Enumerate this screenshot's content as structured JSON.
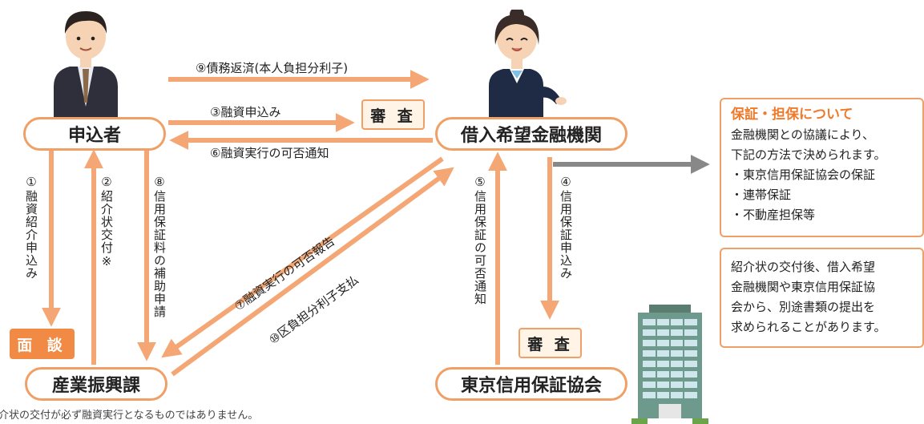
{
  "nodes": {
    "applicant": "申込者",
    "bank": "借入希望金融機関",
    "sangyo": "産業振興課",
    "guarantee": "東京信用保証協会"
  },
  "review_bank": "審 査",
  "review_guarantee": "審 査",
  "interview": "面 談",
  "steps": {
    "s1": "①融資紹介申込み",
    "s2": "②紹介状交付※",
    "s3": "③融資申込み",
    "s4": "④信用保証申込み",
    "s5": "⑤信用保証の可否通知",
    "s6": "⑥融資実行の可否通知",
    "s7": "⑦融資実行の可否報告",
    "s8": "⑧信用保証料の補助申請",
    "s9": "⑨債務返済(本人負担分利子)",
    "s10": "⑩区負担分利子支払"
  },
  "info_collateral": {
    "title": "保証・担保について",
    "lines": [
      "金融機関との協議により、",
      "下記の方法で決められます。",
      "・東京信用保証協会の保証",
      "・連帯保証",
      "・不動産担保等"
    ]
  },
  "info_note": {
    "lines": [
      "紹介状の交付後、借入希望",
      "金融機関や東京信用保証協",
      "会から、別途書類の提出を",
      "求められることがあります。"
    ]
  },
  "footnote": "介状の交付が必ず融資実行となるものではありません。",
  "colors": {
    "arrow": "#f4a774",
    "accent": "#ee7a2c",
    "gray_arrow": "#888888"
  }
}
